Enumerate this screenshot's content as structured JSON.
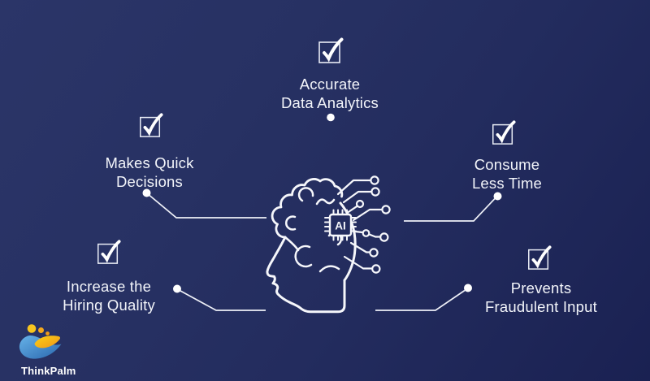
{
  "benefits": [
    {
      "id": "accurate-data-analytics",
      "lines": [
        "Accurate",
        "Data Analytics"
      ]
    },
    {
      "id": "makes-quick-decisions",
      "lines": [
        "Makes Quick",
        "Decisions"
      ]
    },
    {
      "id": "consume-less-time",
      "lines": [
        "Consume",
        "Less Time"
      ]
    },
    {
      "id": "increase-the-hiring-quality",
      "lines": [
        "Increase the",
        "Hiring Quality"
      ]
    },
    {
      "id": "prevents-fraudulent-input",
      "lines": [
        "Prevents",
        "Fraudulent Input"
      ]
    }
  ],
  "center": {
    "illustration": "ai-brain-head",
    "chip_label": "AI"
  },
  "logo": {
    "text": "ThinkPalm"
  },
  "icons": {
    "benefit_marker": "checked-checkbox-icon",
    "connector": "dot-and-line"
  },
  "colors": {
    "background_start": "#2b3568",
    "background_end": "#1a2152",
    "text": "#f3f5fa",
    "line_art": "#f6f7fb",
    "connector": "#eef0f7",
    "logo_blue_light": "#66b2e8",
    "logo_blue_dark": "#2a67ae",
    "logo_gold_light": "#fdd216",
    "logo_gold_dark": "#ee9417"
  }
}
